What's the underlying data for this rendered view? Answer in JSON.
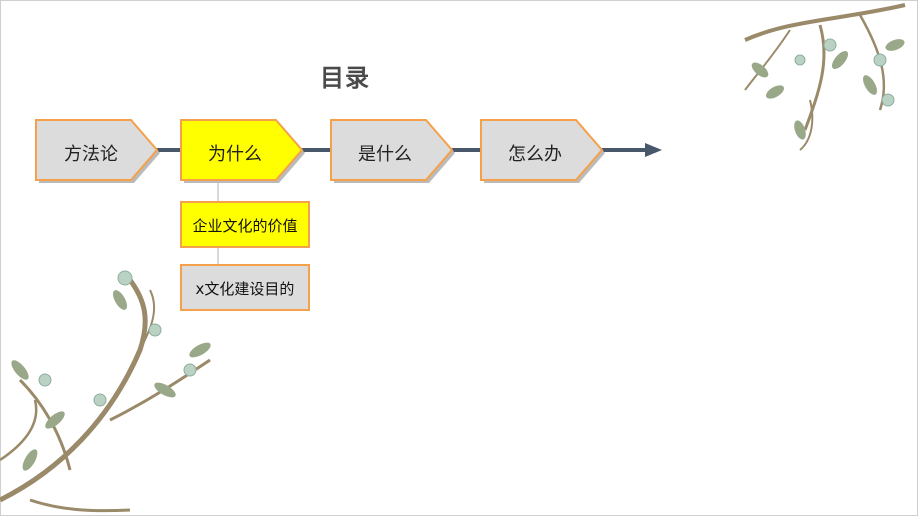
{
  "title": "目录",
  "steps": [
    {
      "label": "方法论",
      "highlighted": false
    },
    {
      "label": "为什么",
      "highlighted": true
    },
    {
      "label": "是什么",
      "highlighted": false
    },
    {
      "label": "怎么办",
      "highlighted": false
    }
  ],
  "sub_items": [
    {
      "label": "企业文化的价值",
      "highlighted": true
    },
    {
      "label": "x文化建设目的",
      "highlighted": false
    }
  ],
  "colors": {
    "normal_fill": "#dcdcdc",
    "highlight_fill": "#ffff00",
    "border": "#f5a04a",
    "connector": "#48576a",
    "branch": "#9a8a6a",
    "leaf": "#9aa88a",
    "flower": "#b9d2c3"
  }
}
